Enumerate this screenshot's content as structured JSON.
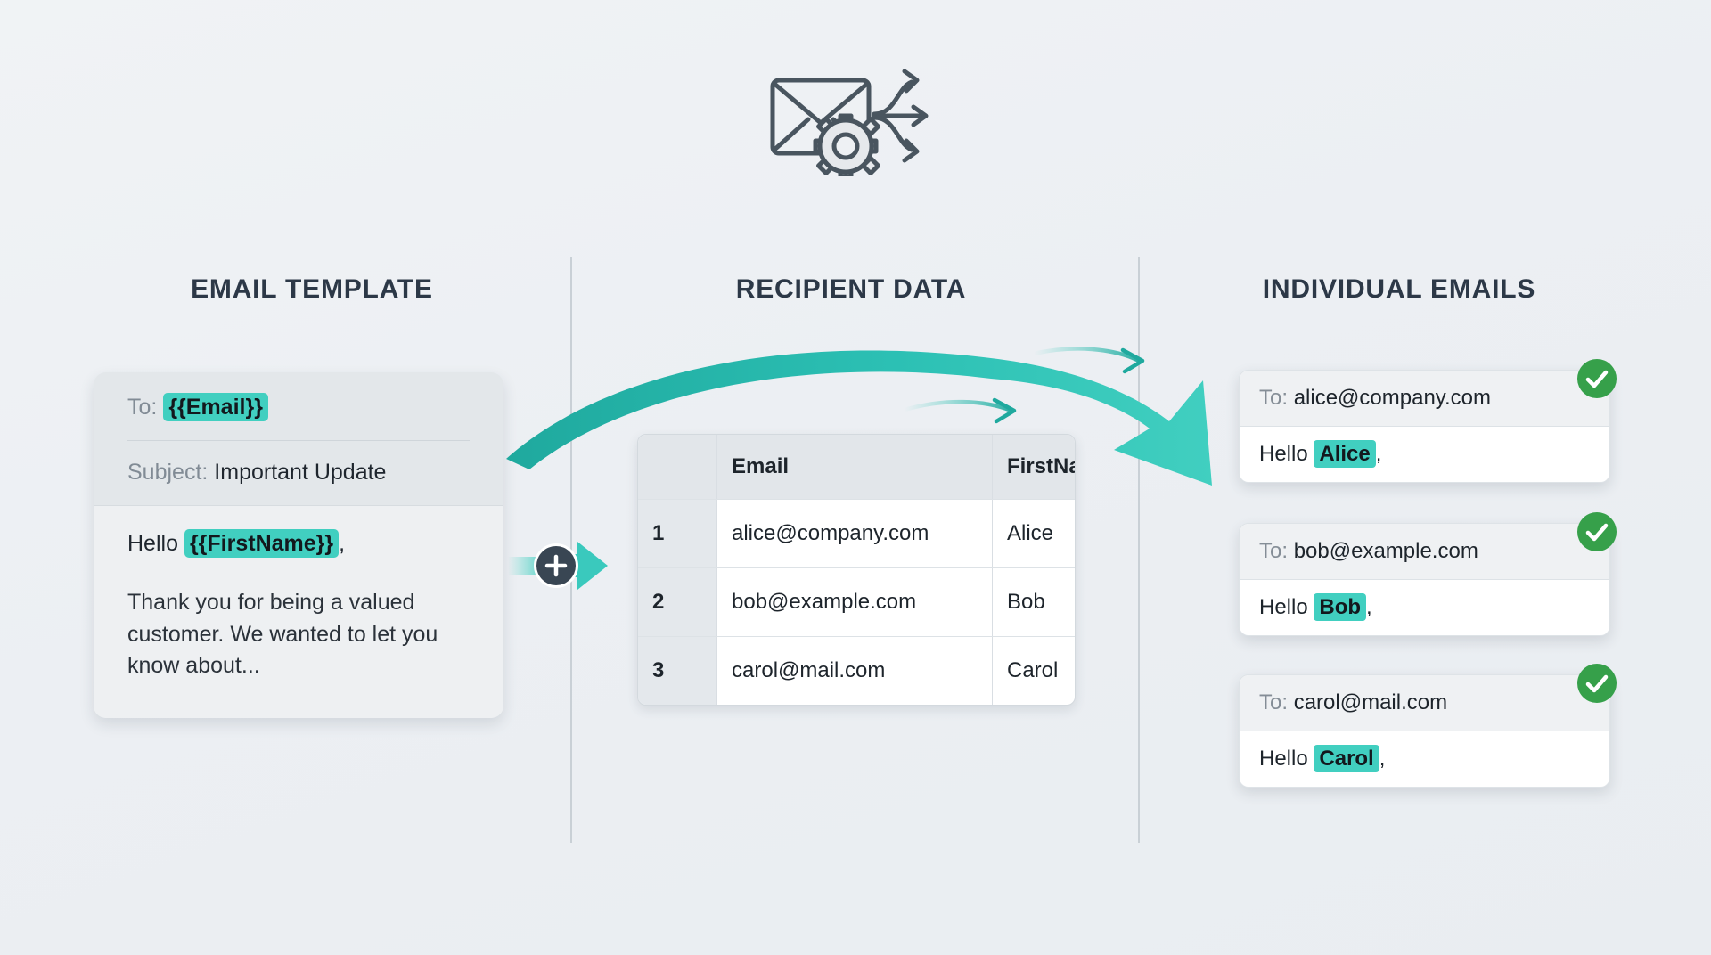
{
  "header": {
    "icon": "envelope-gear-arrows-icon"
  },
  "columns": {
    "template_title": "EMAIL TEMPLATE",
    "data_title": "RECIPIENT DATA",
    "emails_title": "INDIVIDUAL EMAILS"
  },
  "template_card": {
    "to_label": "To:",
    "to_token": "{{Email}}",
    "subject_label": "Subject:",
    "subject_value": "Important Update",
    "greeting_prefix": "Hello",
    "greeting_token": "{{FirstName}}",
    "greeting_suffix": ",",
    "body_paragraph": "Thank you for being a valued customer. We wanted to let you know about..."
  },
  "merge_node": {
    "icon": "plus-icon",
    "arrow": "arrow-right-icon"
  },
  "recipient_table": {
    "headers": [
      "",
      "Email",
      "FirstName"
    ],
    "rows": [
      {
        "index": "1",
        "email": "alice@company.com",
        "first_name": "Alice"
      },
      {
        "index": "2",
        "email": "bob@example.com",
        "first_name": "Bob"
      },
      {
        "index": "3",
        "email": "carol@mail.com",
        "first_name": "Carol"
      }
    ]
  },
  "flow_arrow": {
    "icon": "curved-arrow-right-icon"
  },
  "individual_emails": [
    {
      "to_label": "To:",
      "to_value": "alice@company.com",
      "greeting_prefix": "Hello",
      "name": "Alice",
      "greeting_suffix": ",",
      "status_icon": "check-circle-icon"
    },
    {
      "to_label": "To:",
      "to_value": "bob@example.com",
      "greeting_prefix": "Hello",
      "name": "Bob",
      "greeting_suffix": ",",
      "status_icon": "check-circle-icon"
    },
    {
      "to_label": "To:",
      "to_value": "carol@mail.com",
      "greeting_prefix": "Hello",
      "name": "Carol",
      "greeting_suffix": ",",
      "status_icon": "check-circle-icon"
    }
  ],
  "colors": {
    "background": "#eef1f4",
    "teal_accent": "#41cfc0",
    "teal_arrow": "#2bb3a8",
    "green_status": "#36a04a",
    "heading": "#2c3847",
    "muted_text": "#848d96"
  }
}
